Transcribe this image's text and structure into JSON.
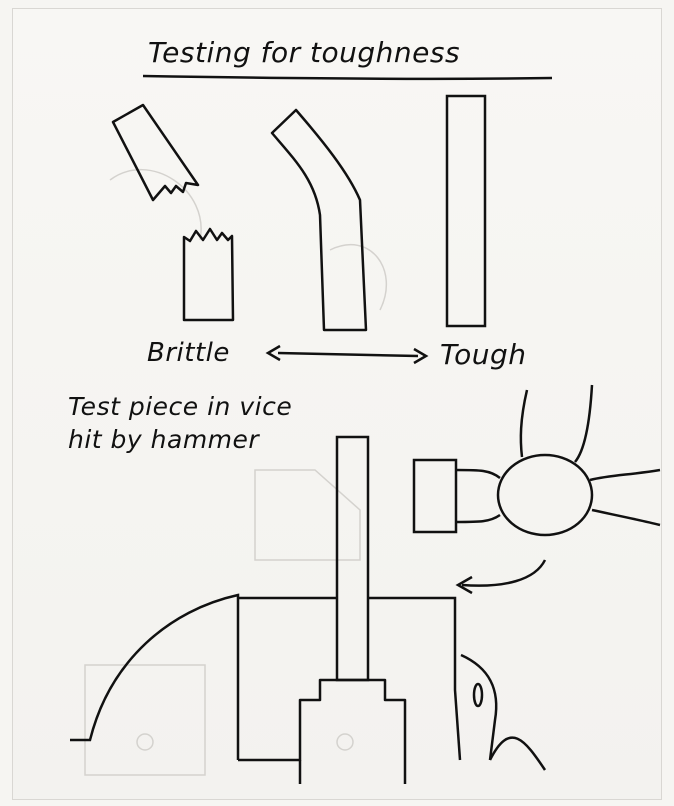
{
  "title": "Testing for toughness",
  "labels": {
    "brittle": "Brittle",
    "tough": "Tough",
    "note_line1": "Test piece in vice",
    "note_line2": "hit by hammer"
  },
  "colors": {
    "ink": "#111111",
    "paper": "#f6f5f2",
    "ghost_text": "#c9c7c3"
  }
}
